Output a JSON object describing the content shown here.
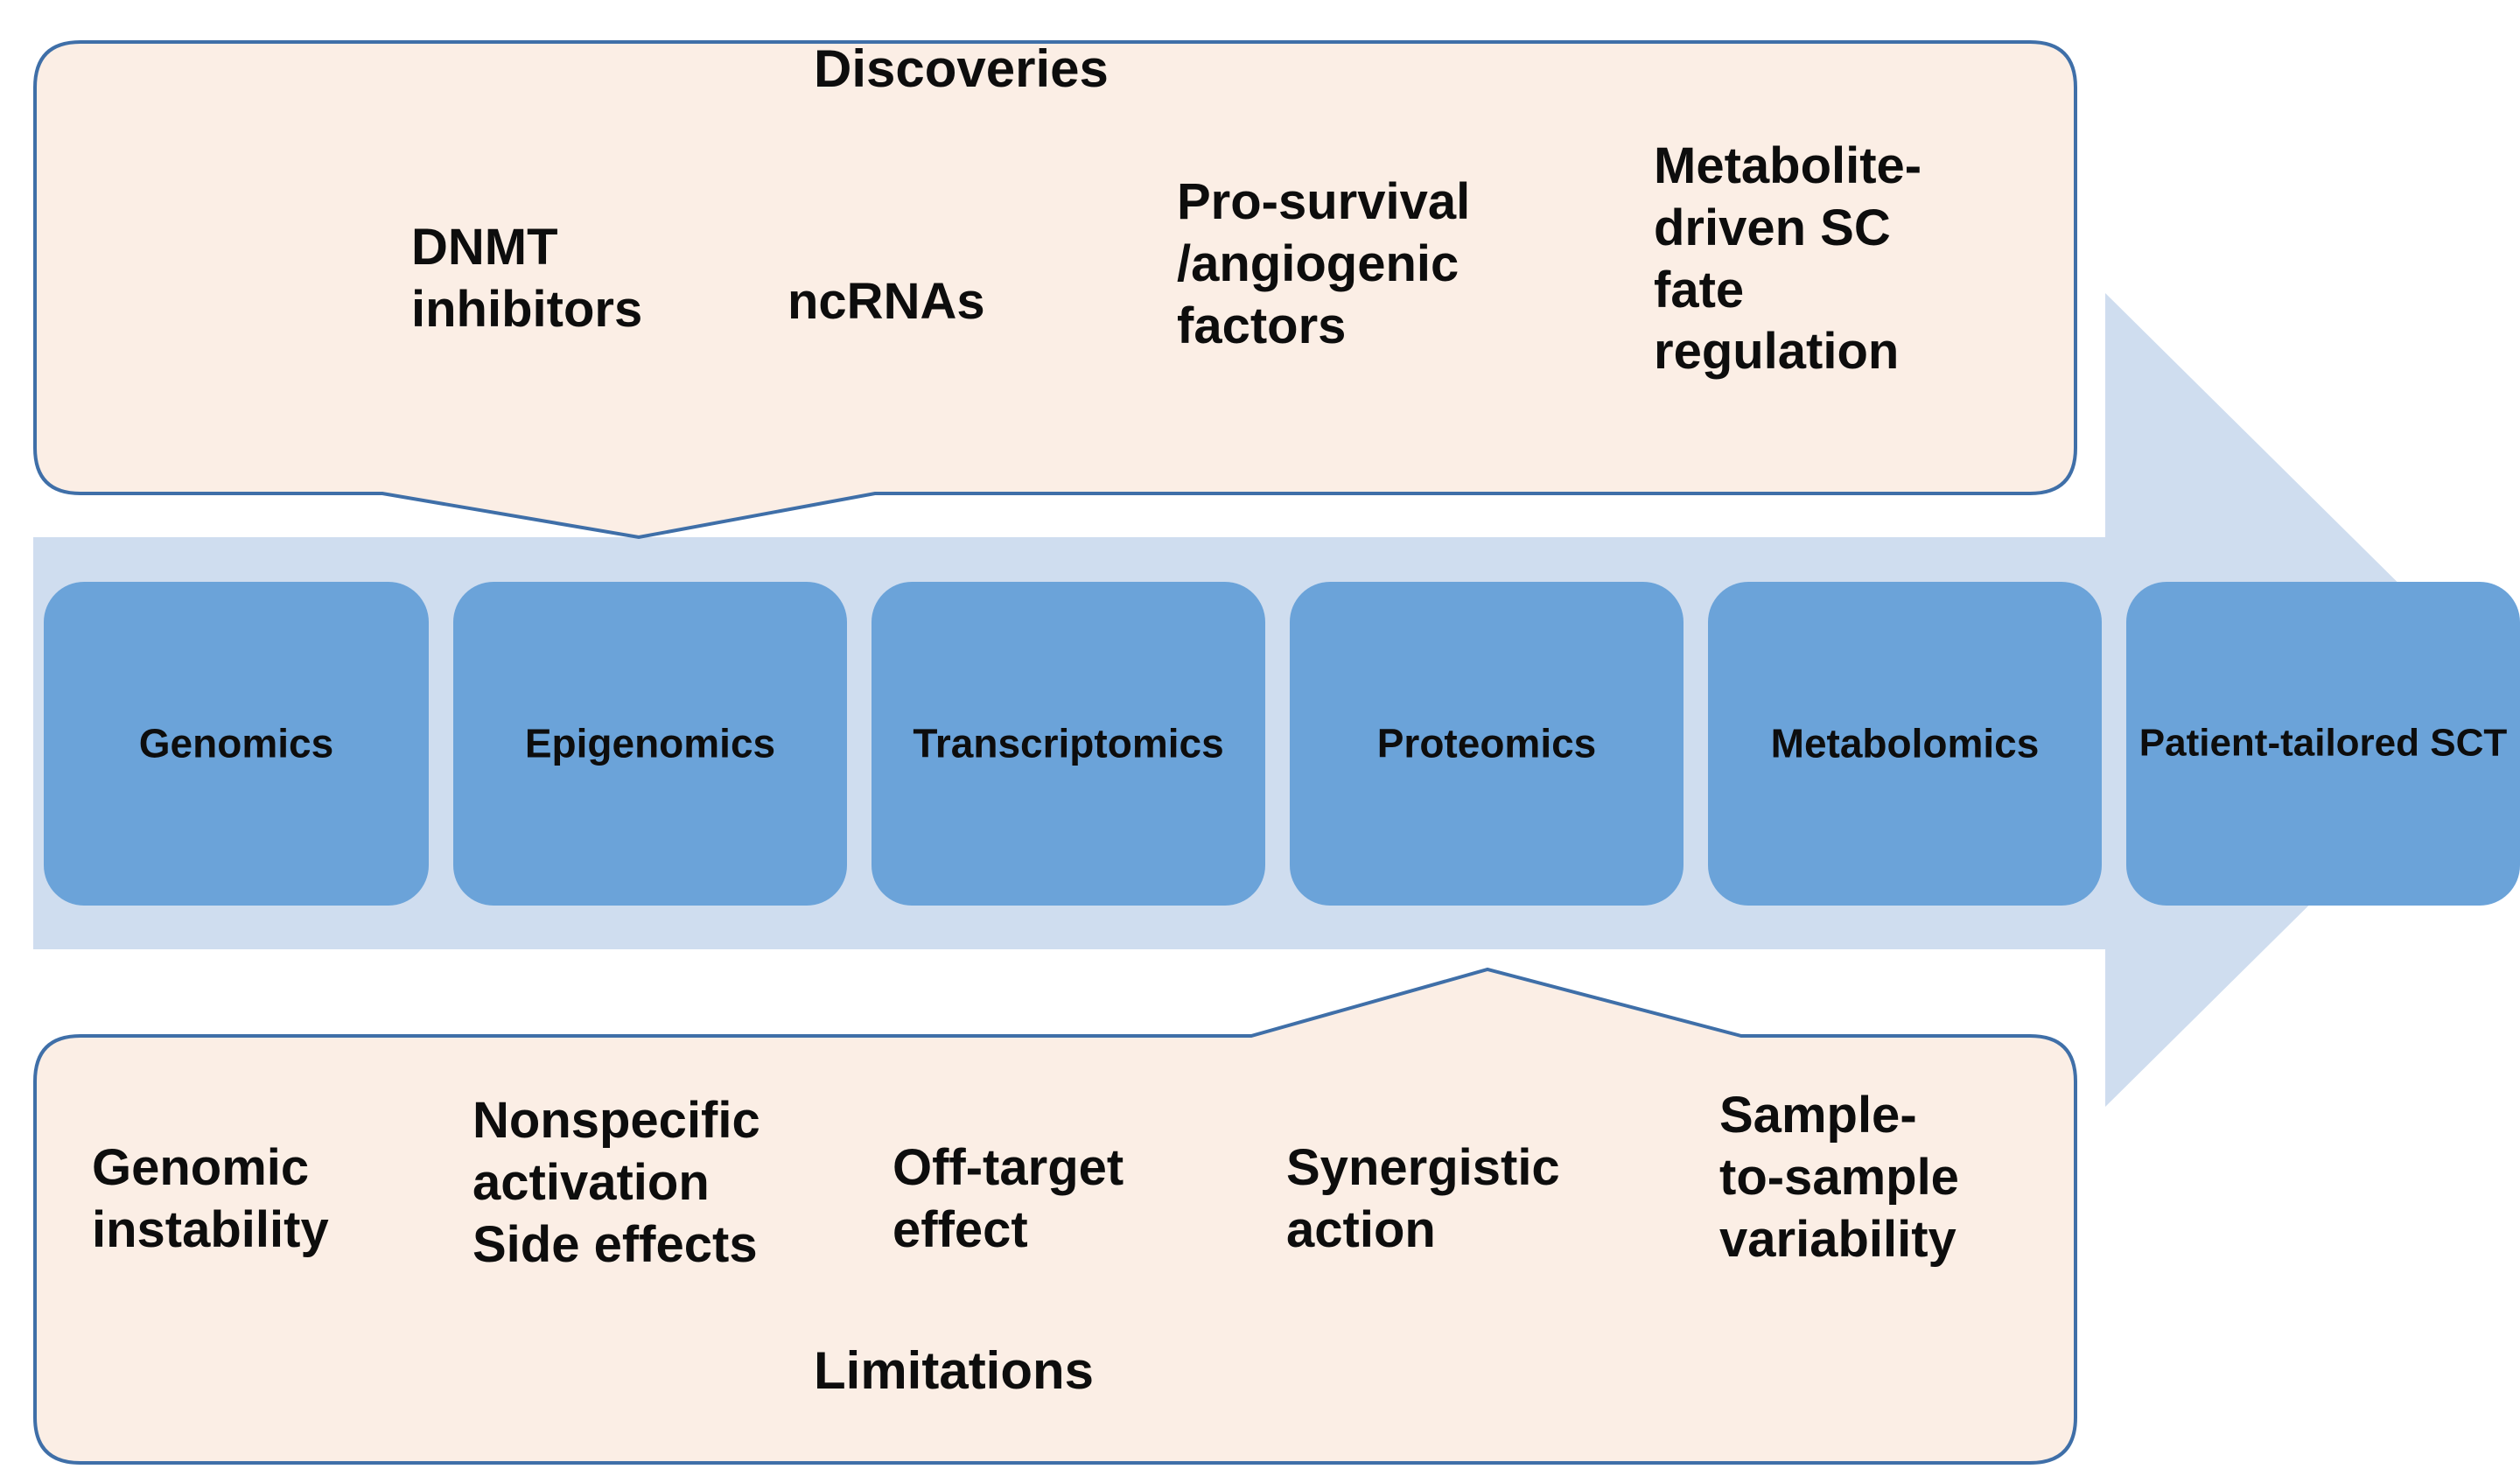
{
  "figure": {
    "type": "process-flow-diagram",
    "colors": {
      "callout_fill": "#fbeee5",
      "callout_stroke": "#3f6fa8",
      "arrow_fill": "#cfddef",
      "node_fill": "#6ba3d9",
      "text": "#0d0d0d"
    }
  },
  "top_callout": {
    "title": "Discoveries",
    "items": [
      "DNMT\ninhibitors",
      "ncRNAs",
      "Pro-survival\n/angiogenic\nfactors",
      "Metabolite-\ndriven SC\nfate\nregulation"
    ]
  },
  "pipeline": {
    "nodes": [
      "Genomics",
      "Epigenomics",
      "Transcriptomics",
      "Proteomics",
      "Metabolomics"
    ],
    "outcome": "Patient-tailored\nSCT"
  },
  "bottom_callout": {
    "title": "Limitations",
    "items": [
      "Genomic\ninstability",
      "Nonspecific\nactivation\nSide effects",
      "Off-target\neffect",
      "Synergistic\naction",
      "Sample-\nto-sample\nvariability"
    ]
  }
}
